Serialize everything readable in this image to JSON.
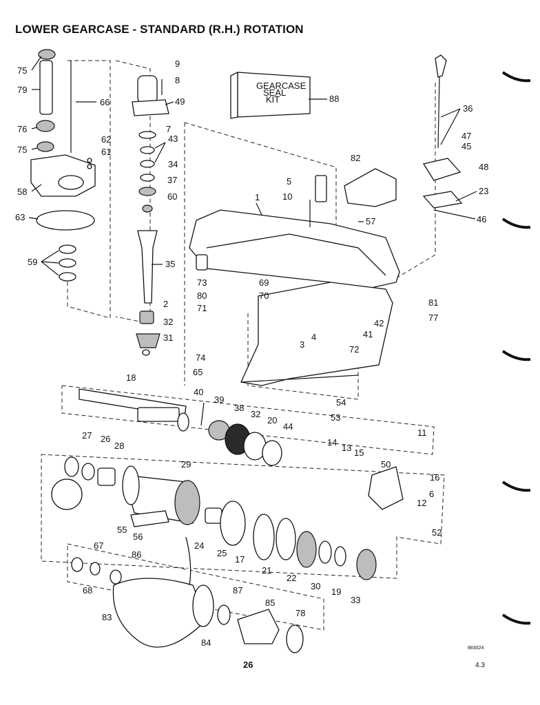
{
  "title": "LOWER GEARCASE - STANDARD (R.H.) ROTATION",
  "kit_label": [
    "GEARCASE",
    "SEAL",
    "KIT"
  ],
  "page_number": "26",
  "doc_code": "883024",
  "section_number": "4.3",
  "callouts": [
    "75",
    "79",
    "66",
    "76",
    "75",
    "62",
    "61",
    "58",
    "63",
    "59",
    "9",
    "8",
    "49",
    "7",
    "43",
    "34",
    "37",
    "60",
    "35",
    "2",
    "32",
    "31",
    "88",
    "36",
    "47",
    "45",
    "48",
    "82",
    "5",
    "10",
    "1",
    "57",
    "23",
    "46",
    "73",
    "69",
    "80",
    "70",
    "71",
    "81",
    "77",
    "42",
    "41",
    "4",
    "3",
    "72",
    "74",
    "65",
    "18",
    "40",
    "39",
    "38",
    "32",
    "20",
    "44",
    "54",
    "53",
    "11",
    "27",
    "26",
    "28",
    "29",
    "14",
    "13",
    "15",
    "50",
    "16",
    "6",
    "12",
    "55",
    "56",
    "24",
    "25",
    "17",
    "21",
    "22",
    "30",
    "19",
    "33",
    "52",
    "67",
    "68",
    "86",
    "83",
    "84",
    "87",
    "85",
    "78"
  ]
}
